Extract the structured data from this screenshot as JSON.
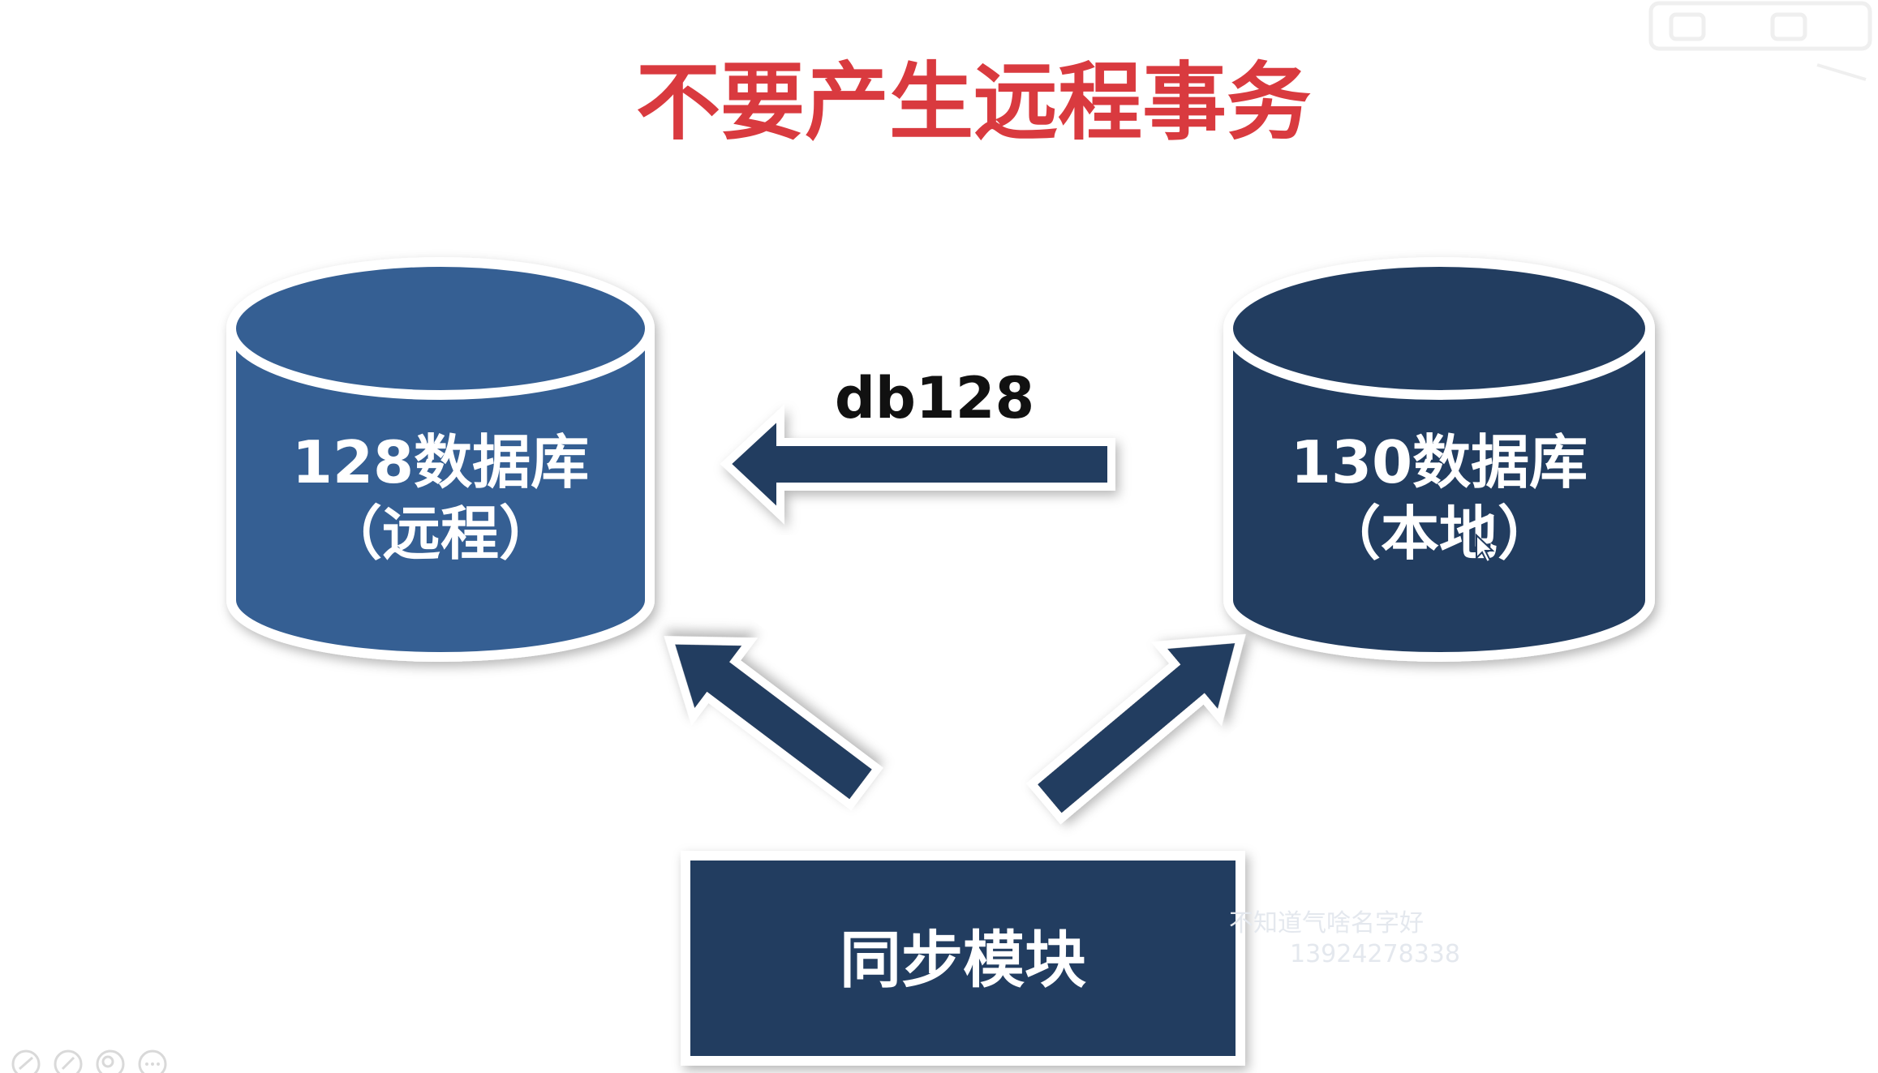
{
  "title": "不要产生远程事务",
  "colors": {
    "title": "#d93a3f",
    "remote_db": "#355e93",
    "local_db": "#233d61",
    "arrows": "#233d61",
    "module": "#233d61",
    "outline": "#ffffff"
  },
  "remote_db": {
    "name": "128数据库",
    "note": "（远程）"
  },
  "local_db": {
    "name": "130数据库",
    "note": "（本地）"
  },
  "link_arrow": {
    "label": "db128",
    "direction": "from local db to remote db"
  },
  "sync_module": {
    "label": "同步模块"
  },
  "watermark": {
    "name": "不知道气啥名字好",
    "number": "13924278338"
  },
  "icons": [
    "bilibili-logo",
    "arrow-tool-icon",
    "pen-tool-icon",
    "zoom-icon",
    "more-icon"
  ]
}
